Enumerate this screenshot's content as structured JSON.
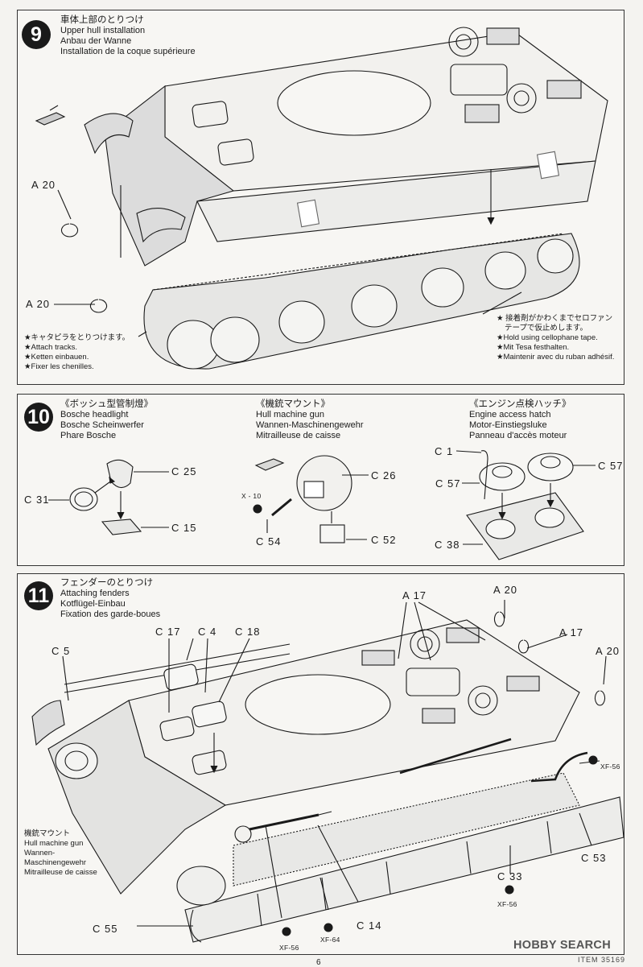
{
  "step9": {
    "number": "9",
    "title_jp": "車体上部のとりつけ",
    "title_en": "Upper hull installation",
    "title_de": "Anbau der Wanne",
    "title_fr": "Installation de la coque supérieure",
    "label_a20_top": "A 20",
    "label_a20_bottom": "A 20",
    "tracks_jp": "★キャタピラをとりつけます。",
    "tracks_en": "★Attach tracks.",
    "tracks_de": "★Ketten einbauen.",
    "tracks_fr": "★Fixer les chenilles.",
    "tape_jp1": "★ 接着剤がかわくまでセロファン",
    "tape_jp2": "テープで仮止めします。",
    "tape_en": "★Hold using cellophane tape.",
    "tape_de": "★Mit Tesa festhalten.",
    "tape_fr": "★Maintenir avec du ruban adhésif."
  },
  "step10": {
    "number": "10",
    "headlight_jp": "《ボッシュ型管制燈》",
    "headlight_en": "Bosche headlight",
    "headlight_de": "Bosche Scheinwerfer",
    "headlight_fr": "Phare Bosche",
    "mg_jp": "《機銃マウント》",
    "mg_en": "Hull machine gun",
    "mg_de": "Wannen-Maschinengewehr",
    "mg_fr": "Mitrailleuse de caisse",
    "hatch_jp": "《エンジン点検ハッチ》",
    "hatch_en": "Engine access hatch",
    "hatch_de": "Motor-Einstiegsluke",
    "hatch_fr": "Panneau d'accès moteur",
    "c25": "C 25",
    "c31": "C 31",
    "c15": "C 15",
    "x10": "X - 10",
    "c26": "C 26",
    "c54": "C 54",
    "c52": "C 52",
    "c1": "C 1",
    "c57a": "C 57",
    "c57b": "C 57",
    "c38": "C 38"
  },
  "step11": {
    "number": "11",
    "title_jp": "フェンダーのとりつけ",
    "title_en": "Attaching fenders",
    "title_de": "Kotflügel-Einbau",
    "title_fr": "Fixation des garde-boues",
    "a17a": "A 17",
    "a20a": "A 20",
    "a17b": "A 17",
    "a20b": "A 20",
    "c17": "C 17",
    "c4": "C 4",
    "c18": "C 18",
    "c5": "C 5",
    "xf56a": "XF-56",
    "c53": "C 53",
    "c33": "C 33",
    "xf56b": "XF-56",
    "c14": "C 14",
    "c55": "C 55",
    "xf56c": "XF-56",
    "xf64": "XF-64",
    "mg_jp": "機銃マウント",
    "mg_en": "Hull machine gun",
    "mg_de1": "Wannen-",
    "mg_de2": "Maschinengewehr",
    "mg_fr": "Mitrailleuse de caisse"
  },
  "footer": {
    "page": "6",
    "brand": "HOBBY SEARCH",
    "item": "ITEM 35169"
  }
}
